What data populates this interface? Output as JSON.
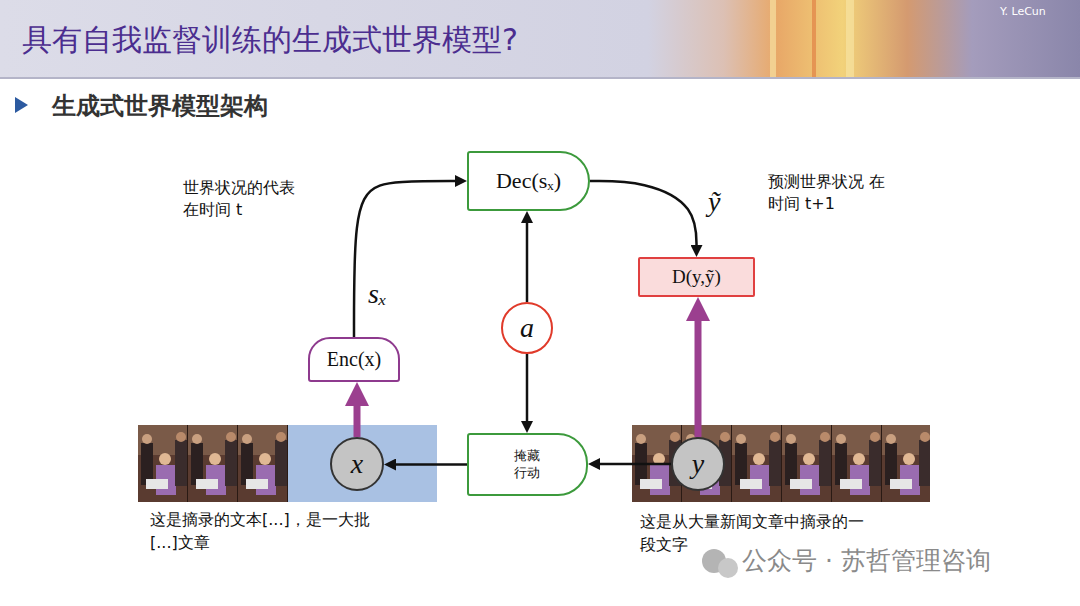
{
  "diagram": {
    "title": "具有自我监督训练的生成式世界模型?",
    "nodes": [
      {
        "text": [
          "Dec(sₓ)"
        ]
      },
      {
        "text": [
          "D(y,ỹ)"
        ]
      },
      {
        "text": [
          "a"
        ]
      },
      {
        "text": [
          "Enc(x)"
        ]
      },
      {
        "text": [
          "x"
        ]
      },
      {
        "text": [
          "掩藏 行动"
        ]
      },
      {
        "text": [
          "y"
        ]
      }
    ],
    "edges": [
      {
        "from": 3,
        "to": 0,
        "arrow": "to",
        "label": "sₓ"
      },
      {
        "from": 0,
        "to": 1,
        "arrow": "to",
        "label": "ỹ"
      },
      {
        "from": 2,
        "to": 0,
        "arrow": "to"
      },
      {
        "from": 2,
        "to": 5,
        "arrow": "to"
      },
      {
        "from": 4,
        "to": 3,
        "arrow": "to"
      },
      {
        "from": 6,
        "to": 1,
        "arrow": "to"
      },
      {
        "from": 6,
        "to": 5,
        "arrow": "to"
      },
      {
        "from": 5,
        "to": 4,
        "arrow": "to"
      }
    ],
    "labels": [
      "Y. LeCun",
      "生成式世界模型架构",
      "世界状况的代表 在时间 t",
      "预测世界状况 在 时间 t+1",
      "这是摘录的文本[...]，是一大批 [...]文章",
      "这是从大量新闻文章中摘录的一段文字",
      "公众号 · 苏哲管理咨询"
    ]
  }
}
